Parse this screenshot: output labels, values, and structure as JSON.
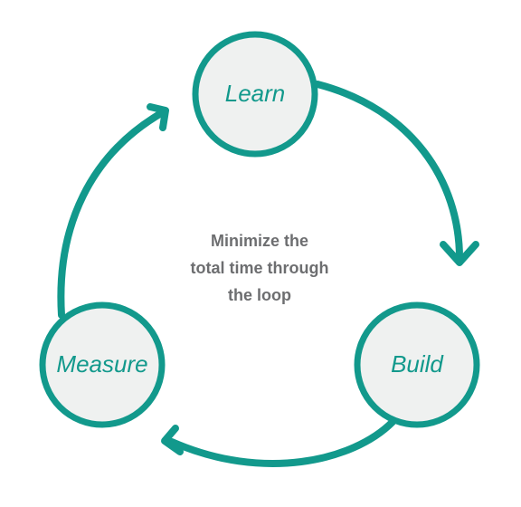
{
  "diagram": {
    "nodes": {
      "learn": "Learn",
      "build": "Build",
      "measure": "Measure"
    },
    "center_text": {
      "line1": "Minimize the",
      "line2": "total time through",
      "line3": "the loop"
    }
  },
  "colors": {
    "accent": "#12998C",
    "node_fill": "#EFF1F0",
    "center_text": "#6D6E70",
    "background": "#FFFFFF"
  }
}
